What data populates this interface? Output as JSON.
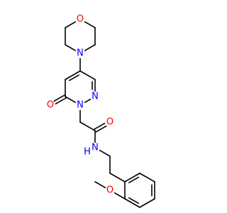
{
  "structure": {
    "atoms": [
      {
        "id": "o_morph",
        "label": "O",
        "color": "#ff0000"
      },
      {
        "id": "n_morph",
        "label": "N",
        "color": "#0000ff"
      },
      {
        "id": "n_ring2",
        "label": "N",
        "color": "#0000ff"
      },
      {
        "id": "n_ring1",
        "label": "N",
        "color": "#0000ff"
      },
      {
        "id": "o_ketone",
        "label": "O",
        "color": "#ff0000"
      },
      {
        "id": "o_amide",
        "label": "O",
        "color": "#ff0000"
      },
      {
        "id": "n_amide",
        "label": "N",
        "color": "#0000ff"
      },
      {
        "id": "h_amide",
        "label": "H",
        "color": "#0000ff"
      },
      {
        "id": "o_methoxy",
        "label": "O",
        "color": "#ff0000"
      }
    ]
  }
}
